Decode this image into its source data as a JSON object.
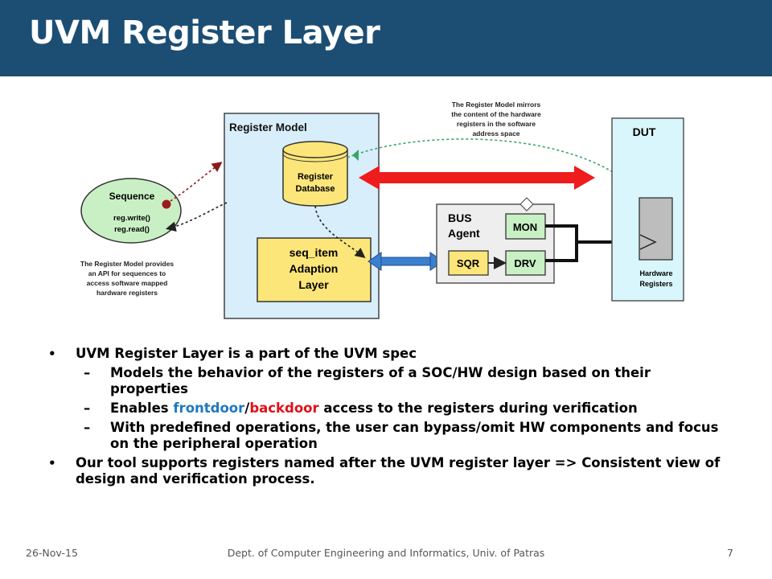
{
  "slide": {
    "title": "UVM Register Layer",
    "colors": {
      "title_bar": "#1c4e74",
      "frontdoor": "#1f78c1",
      "backdoor": "#e0101a"
    }
  },
  "diagram": {
    "register_model_label": "Register Model",
    "database_label_1": "Register",
    "database_label_2": "Database",
    "adaption_label_1": "seq_item",
    "adaption_label_2": "Adaption",
    "adaption_label_3": "Layer",
    "sequence_label": "Sequence",
    "seq_write": "reg.write()",
    "seq_read": "reg.read()",
    "bus_agent_1": "BUS",
    "bus_agent_2": "Agent",
    "mon": "MON",
    "sqr": "SQR",
    "drv": "DRV",
    "dut": "DUT",
    "hw_reg_1": "Hardware",
    "hw_reg_2": "Registers",
    "note_top": [
      "The Register Model mirrors",
      "the content of the hardware",
      "registers in the software",
      "address space"
    ],
    "note_left": [
      "The Register Model provides",
      "an API for sequences to",
      "access software mapped",
      "hardware registers"
    ]
  },
  "bullets": {
    "b1": "UVM Register Layer is a part of the UVM spec",
    "s1": "Models the behavior of the registers of a SOC/HW design based on their properties",
    "s2_prefix": "Enables ",
    "s2_frontdoor": "frontdoor",
    "s2_slash": "/",
    "s2_backdoor": "backdoor",
    "s2_suffix": " access to the registers during verification",
    "s3": "With predefined operations, the user can bypass/omit HW components and focus on the peripheral operation",
    "b2": "Our tool supports registers named after the UVM register layer => Consistent view of design and verification process.",
    "dash": "–"
  },
  "footer": {
    "date": "26-Nov-15",
    "dept": "Dept. of Computer Engineering and Informatics, Univ. of Patras",
    "page": "7"
  }
}
